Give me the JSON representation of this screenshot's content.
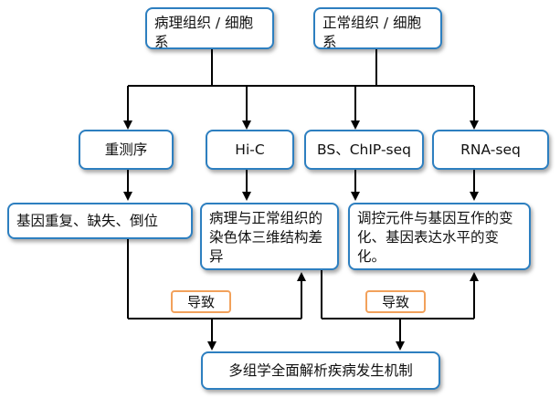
{
  "top": {
    "pathological": "病理组织 / 细胞系",
    "normal": "正常组织 / 细胞系"
  },
  "methods": [
    "重测序",
    "Hi-C",
    "BS、ChIP-seq",
    "RNA-seq"
  ],
  "results": {
    "resequencing": "基因重复、缺失、倒位",
    "hic": "病理与正常组织的染色体三维结构差异",
    "regulation": "调控元件与基因互作的变化、基因表达水平的变化。"
  },
  "labels": {
    "lead_left": "导致",
    "lead_right": "导致"
  },
  "bottom": "多组学全面解析疾病发生机制",
  "colors": {
    "box_border": "#2d7fc0",
    "tag_border": "#f2a15b",
    "connector": "#000000"
  }
}
